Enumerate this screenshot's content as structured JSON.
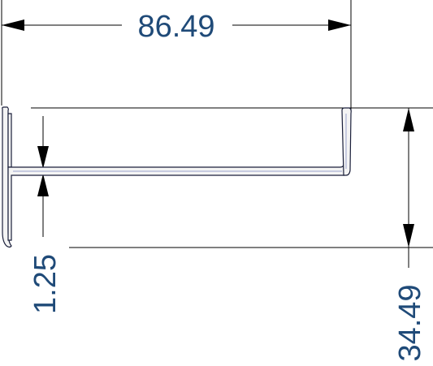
{
  "dimensions": {
    "width": {
      "label": "86.49"
    },
    "height": {
      "label": "34.49"
    },
    "thickness": {
      "label": "1.25"
    }
  },
  "colors": {
    "dimension_text": "#1f4a78",
    "lines": "#000000",
    "profile_outline": "#1a1f3a",
    "profile_highlight": "#9aa2cc"
  }
}
